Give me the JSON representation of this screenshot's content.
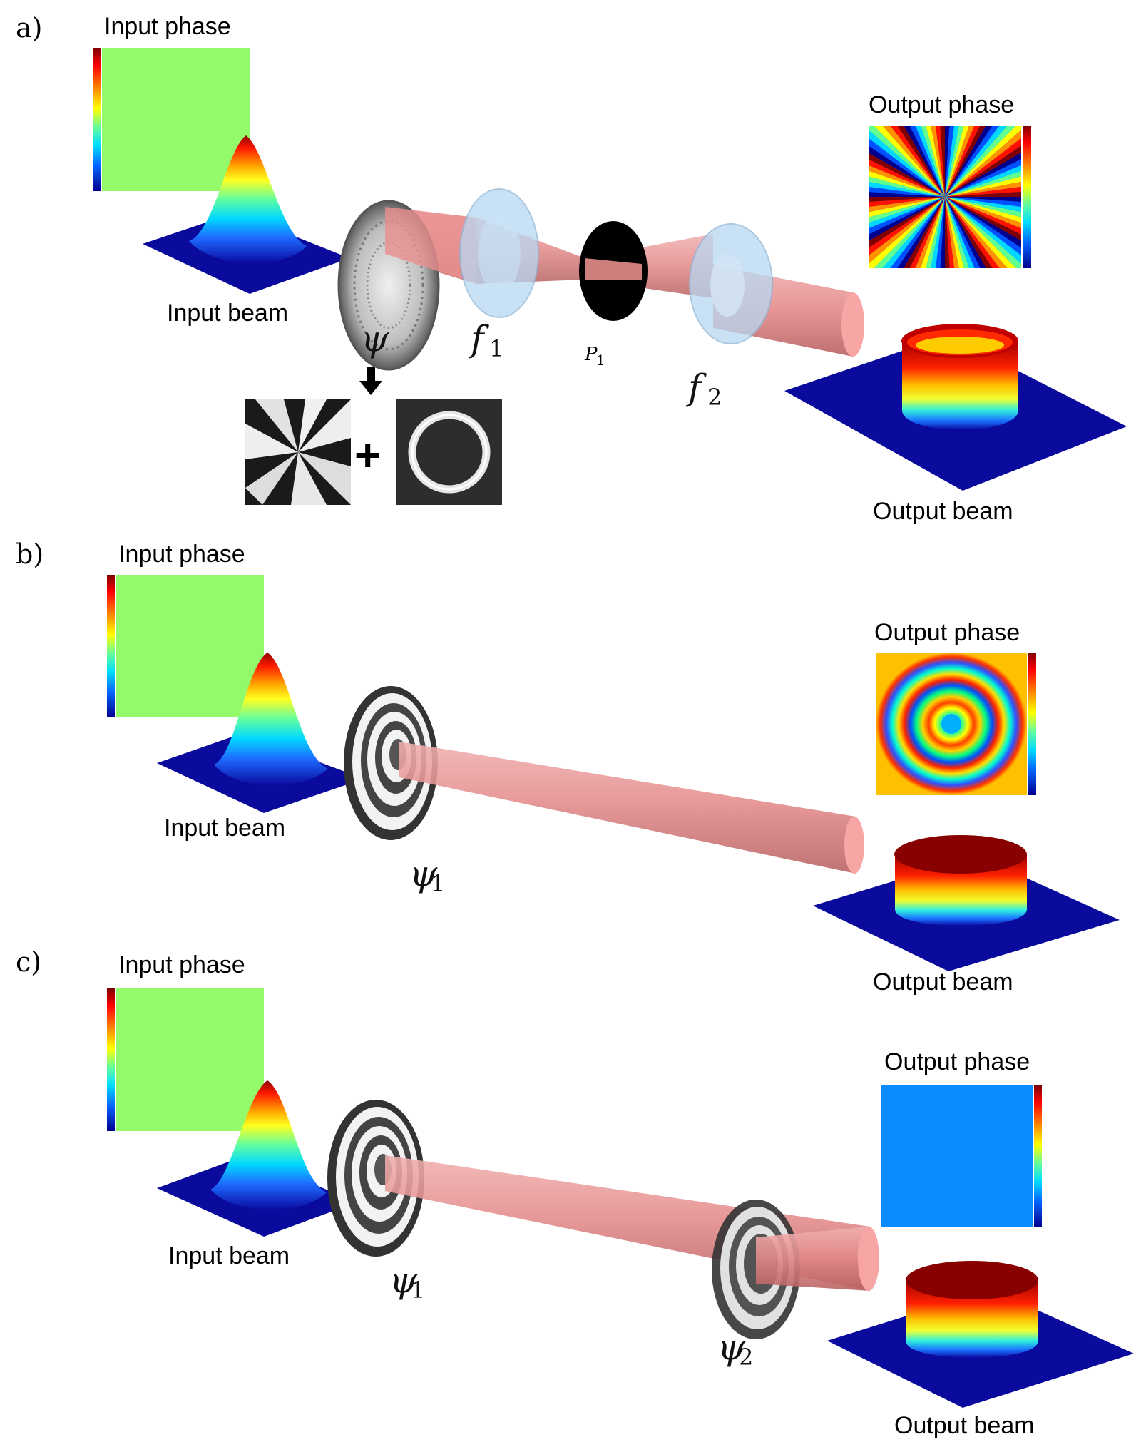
{
  "panels": [
    {
      "letter": "a)",
      "input_phase_label": "Input phase",
      "input_beam_label": "Input beam",
      "output_phase_label": "Output phase",
      "output_beam_label": "Output beam",
      "element_symbols": [
        {
          "base": "ψ",
          "sub": ""
        },
        {
          "base": "f",
          "sub": "1"
        },
        {
          "base": "P",
          "sub": "1"
        },
        {
          "base": "f",
          "sub": "2"
        }
      ],
      "plus_sign": "+"
    },
    {
      "letter": "b)",
      "input_phase_label": "Input phase",
      "input_beam_label": "Input beam",
      "output_phase_label": "Output phase",
      "output_beam_label": "Output beam",
      "element_symbols": [
        {
          "base": "ψ",
          "sub": "1"
        }
      ]
    },
    {
      "letter": "c)",
      "input_phase_label": "Input phase",
      "input_beam_label": "Input beam",
      "output_phase_label": "Output phase",
      "output_beam_label": "Output beam",
      "element_symbols": [
        {
          "base": "ψ",
          "sub": "1"
        },
        {
          "base": "ψ",
          "sub": "2"
        }
      ]
    }
  ],
  "colors": {
    "beam": "#e88a8a",
    "beam_face": "#f6a9a9",
    "flat_phase": "#93fb6a",
    "output_phase_c": "#0a8cff",
    "plane": "#0a0a9c",
    "lens": "#b8d8f2",
    "aperture": "#000000"
  },
  "icons": {
    "arrow": "down-arrow-icon",
    "plus": "plus-icon"
  }
}
